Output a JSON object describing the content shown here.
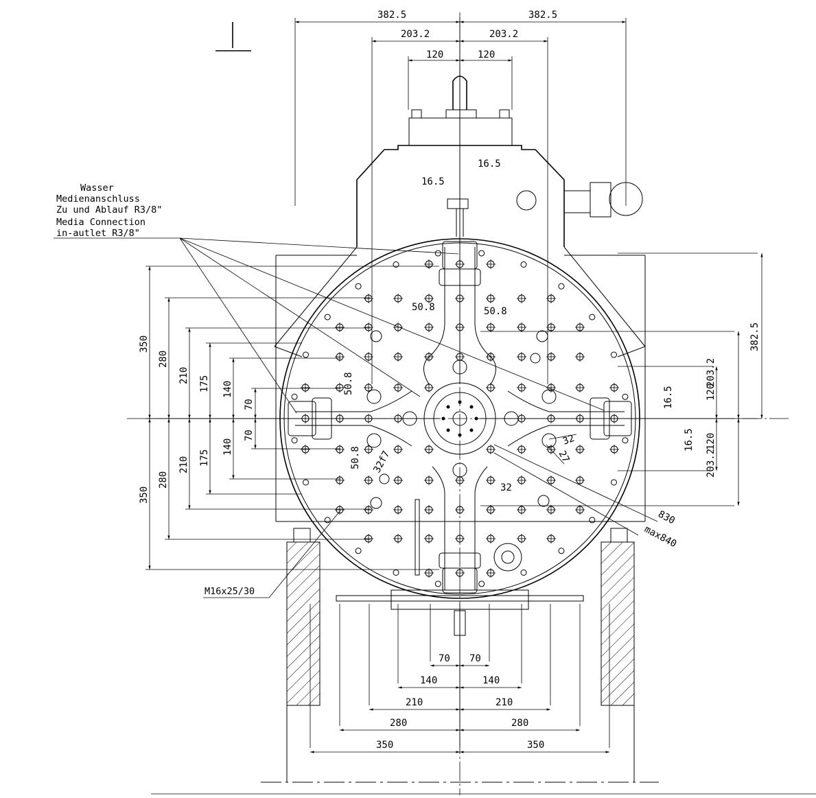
{
  "drawing": {
    "view_mark": "I",
    "top_dims": {
      "outer_left": "382.5",
      "outer_right": "382.5",
      "mid_left": "203.2",
      "mid_right": "203.2",
      "inner_left": "120",
      "inner_right": "120"
    },
    "upper_dims": {
      "d16_5_right": "16.5",
      "d16_5_left": "16.5",
      "d50_8_left": "50.8",
      "d50_8_right": "50.8"
    },
    "left_dims": {
      "d350_top": "350",
      "d280_top": "280",
      "d210_top": "210",
      "d175_top": "175",
      "d140_top": "140",
      "d70_top": "70",
      "d70_bot": "70",
      "d140_bot": "140",
      "d175_bot": "175",
      "d210_bot": "210",
      "d280_bot": "280",
      "d350_bot": "350"
    },
    "center_dims": {
      "d50_8_up": "50.8",
      "d50_8_down": "50.8",
      "d32f7": "32f7",
      "d32_mid": "32",
      "d32_right": "32",
      "d27": "27"
    },
    "right_dims": {
      "d382_5": "382.5",
      "d203_2_top": "203.2",
      "d203_2_bot": "203.2",
      "d120_top": "120",
      "d120_bot": "120",
      "d16_5_top": "16.5",
      "d16_5_bot": "16.5",
      "d830": "830",
      "dmax840": "max840"
    },
    "bottom_dims": {
      "b70_l": "70",
      "b70_r": "70",
      "b140_l": "140",
      "b140_r": "140",
      "b210_l": "210",
      "b210_r": "210",
      "b280_l": "280",
      "b280_r": "280",
      "b350_l": "350",
      "b350_r": "350"
    },
    "notes": {
      "water_line1": "Wasser",
      "water_line2": "Medienanschluss",
      "water_line3": "Zu und Ablauf R3/8\"",
      "water_line4": "Media Connection",
      "water_line5": "in-autlet R3/8\"",
      "thread": "M16x25/30"
    }
  }
}
